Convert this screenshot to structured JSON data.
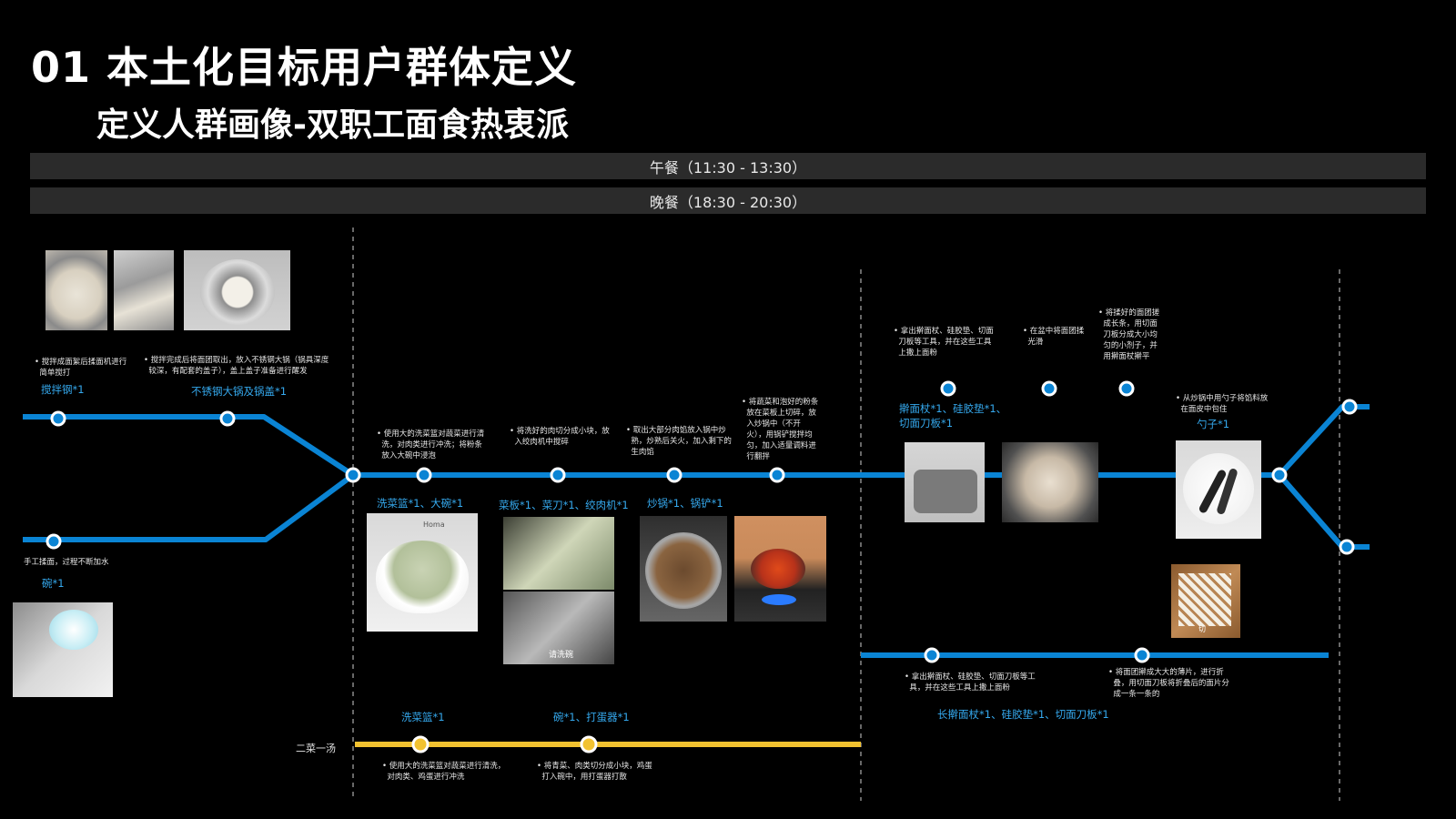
{
  "header": {
    "title": "01 本土化目标用户群体定义",
    "subtitle": "定义人群画像-双职工面食热衷派"
  },
  "meals": {
    "lunch": "午餐（11:30 - 13:30）",
    "dinner": "晚餐（18:30 - 20:30）"
  },
  "line_label": "二菜一汤",
  "colors": {
    "main_line": "#0a84d4",
    "side_line": "#f2c230",
    "tool_text": "#35a9ee"
  },
  "steps": {
    "s1": {
      "note": "• 搅拌成面絮后揉面机进行\n  简单搅打",
      "tool": "搅拌钢*1"
    },
    "s2": {
      "note": "• 搅拌完成后将面团取出，放入不锈钢大锅（锅具深度\n  较深，有配套的盖子），盖上盖子准备进行醒发",
      "tool": "不锈钢大锅及锅盖*1"
    },
    "s3": {
      "note": "手工揉面，过程不断加水",
      "tool": "碗*1"
    },
    "s4": {
      "note": "• 使用大的洗菜篮对蔬菜进行清\n  洗，对肉类进行冲洗；将粉条\n  放入大碗中浸泡",
      "tool": "洗菜篮*1、大碗*1"
    },
    "s5": {
      "note": "• 将洗好的肉切分成小块，放\n  入绞肉机中搅碎",
      "tool": "菜板*1、菜刀*1、绞肉机*1"
    },
    "s6": {
      "note": "• 取出大部分肉馅放入锅中炒\n  熟，炒熟后关火，加入剩下的\n  生肉馅",
      "tool": "炒锅*1、锅铲*1"
    },
    "s7": {
      "note": "• 将蔬菜和泡好的粉条\n  放在菜板上切碎，放\n  入炒锅中（不开\n  火），用锅铲搅拌均\n  匀，加入适量调料进\n  行翻拌",
      "tool": ""
    },
    "s8": {
      "note": "• 拿出擀面杖、硅胶垫、切面\n  刀板等工具，并在这些工具\n  上撒上面粉",
      "tool": "擀面杖*1、硅胶垫*1、\n切面刀板*1"
    },
    "s9": {
      "note": "• 在盆中将面团揉\n  光滑",
      "tool": ""
    },
    "s10": {
      "note": "• 将揉好的面团搓\n  成长条，用切面\n  刀板分成大小均\n  匀的小剂子，并\n  用擀面杖擀平",
      "tool": ""
    },
    "s11": {
      "note": "• 从炒锅中用勺子将馅料放\n  在面皮中包住",
      "tool": "勺子*1"
    },
    "s12": {
      "note": "• 拿出擀面杖、硅胶垫、切面刀板等工\n  具，并在这些工具上撒上面粉",
      "tool": ""
    },
    "s13": {
      "note": "• 将面团擀成大大的薄片，进行折\n  叠，用切面刀板将折叠后的面片分\n  成一条一条的",
      "tool": ""
    },
    "s13_tool": "长擀面杖*1、硅胶垫*1、切面刀板*1",
    "s14": {
      "note": "• 使用大的洗菜篮对蔬菜进行清洗，\n  对肉类、鸡蛋进行冲洗",
      "tool": "洗菜篮*1"
    },
    "s15": {
      "note": "• 将青菜、肉类切分成小块，鸡蛋\n  打入碗中，用打蛋器打散",
      "tool": "碗*1、打蛋器*1"
    }
  },
  "photo_texts": {
    "bowl_brand": "Homa",
    "tray_text": "请洗碗",
    "noodle_text": "切"
  }
}
